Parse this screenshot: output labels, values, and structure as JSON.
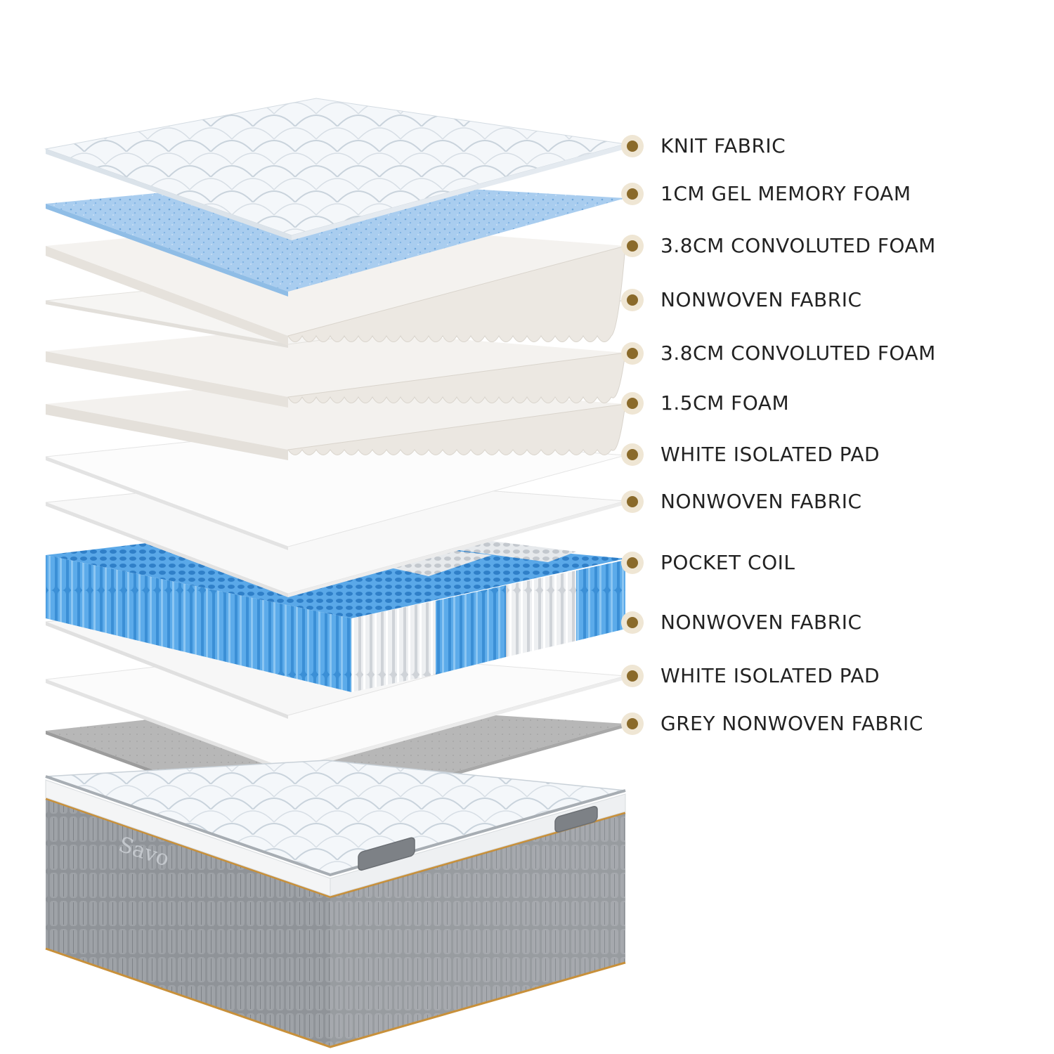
{
  "colors": {
    "marker_outer": "#efe6d4",
    "marker_inner": "#8a6a2a",
    "coil_blue": "#4a9ee0",
    "gel_blue": "#a9cdef",
    "grey_fabric": "#b4b4b4",
    "border_grey": "#8f9398",
    "piping_gold": "#c8903a"
  },
  "layers": [
    {
      "id": "knit",
      "label": "KNIT FABRIC"
    },
    {
      "id": "gel",
      "label": "1CM GEL MEMORY FOAM"
    },
    {
      "id": "convoluted-1",
      "label": "3.8CM CONVOLUTED FOAM"
    },
    {
      "id": "nonwoven-1",
      "label": "NONWOVEN FABRIC"
    },
    {
      "id": "convoluted-2",
      "label": "3.8CM CONVOLUTED FOAM"
    },
    {
      "id": "foam",
      "label": "1.5CM FOAM"
    },
    {
      "id": "isolated-1",
      "label": "WHITE ISOLATED PAD"
    },
    {
      "id": "nonwoven-2",
      "label": "NONWOVEN FABRIC"
    },
    {
      "id": "coil",
      "label": "POCKET COIL"
    },
    {
      "id": "nonwoven-3",
      "label": "NONWOVEN FABRIC"
    },
    {
      "id": "isolated-2",
      "label": "WHITE ISOLATED PAD"
    },
    {
      "id": "grey",
      "label": "GREY NONWOVEN FABRIC"
    }
  ],
  "mattress": {
    "brand_logo_text": "Savo"
  }
}
